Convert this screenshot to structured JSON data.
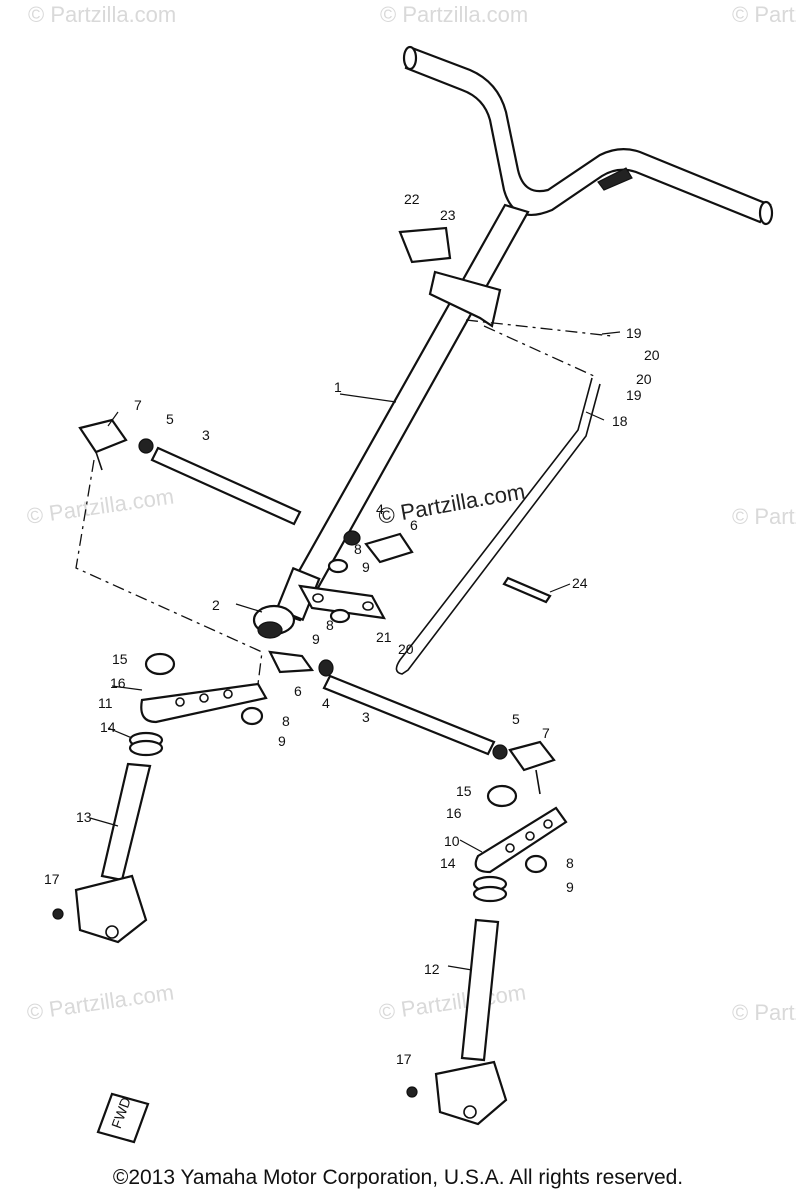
{
  "watermark": "© Partzilla.com",
  "copyright": "©2013 Yamaha Motor Corporation, U.S.A. All rights reserved.",
  "fwd_mark": "FWD",
  "callouts": [
    {
      "id": "c1",
      "label": "1"
    },
    {
      "id": "c2",
      "label": "2"
    },
    {
      "id": "c3a",
      "label": "3"
    },
    {
      "id": "c3b",
      "label": "3"
    },
    {
      "id": "c4a",
      "label": "4"
    },
    {
      "id": "c4b",
      "label": "4"
    },
    {
      "id": "c5a",
      "label": "5"
    },
    {
      "id": "c5b",
      "label": "5"
    },
    {
      "id": "c6a",
      "label": "6"
    },
    {
      "id": "c6b",
      "label": "6"
    },
    {
      "id": "c7a",
      "label": "7"
    },
    {
      "id": "c7b",
      "label": "7"
    },
    {
      "id": "c8a",
      "label": "8"
    },
    {
      "id": "c8b",
      "label": "8"
    },
    {
      "id": "c8c",
      "label": "8"
    },
    {
      "id": "c8d",
      "label": "8"
    },
    {
      "id": "c9a",
      "label": "9"
    },
    {
      "id": "c9b",
      "label": "9"
    },
    {
      "id": "c9c",
      "label": "9"
    },
    {
      "id": "c9d",
      "label": "9"
    },
    {
      "id": "c10",
      "label": "10"
    },
    {
      "id": "c11",
      "label": "11"
    },
    {
      "id": "c12",
      "label": "12"
    },
    {
      "id": "c13",
      "label": "13"
    },
    {
      "id": "c14a",
      "label": "14"
    },
    {
      "id": "c14b",
      "label": "14"
    },
    {
      "id": "c15a",
      "label": "15"
    },
    {
      "id": "c15b",
      "label": "15"
    },
    {
      "id": "c16a",
      "label": "16"
    },
    {
      "id": "c16b",
      "label": "16"
    },
    {
      "id": "c17a",
      "label": "17"
    },
    {
      "id": "c17b",
      "label": "17"
    },
    {
      "id": "c18",
      "label": "18"
    },
    {
      "id": "c19a",
      "label": "19"
    },
    {
      "id": "c19b",
      "label": "19"
    },
    {
      "id": "c20a",
      "label": "20"
    },
    {
      "id": "c20b",
      "label": "20"
    },
    {
      "id": "c20c",
      "label": "20"
    },
    {
      "id": "c21",
      "label": "21"
    },
    {
      "id": "c22",
      "label": "22"
    },
    {
      "id": "c23",
      "label": "23"
    },
    {
      "id": "c24",
      "label": "24"
    }
  ]
}
